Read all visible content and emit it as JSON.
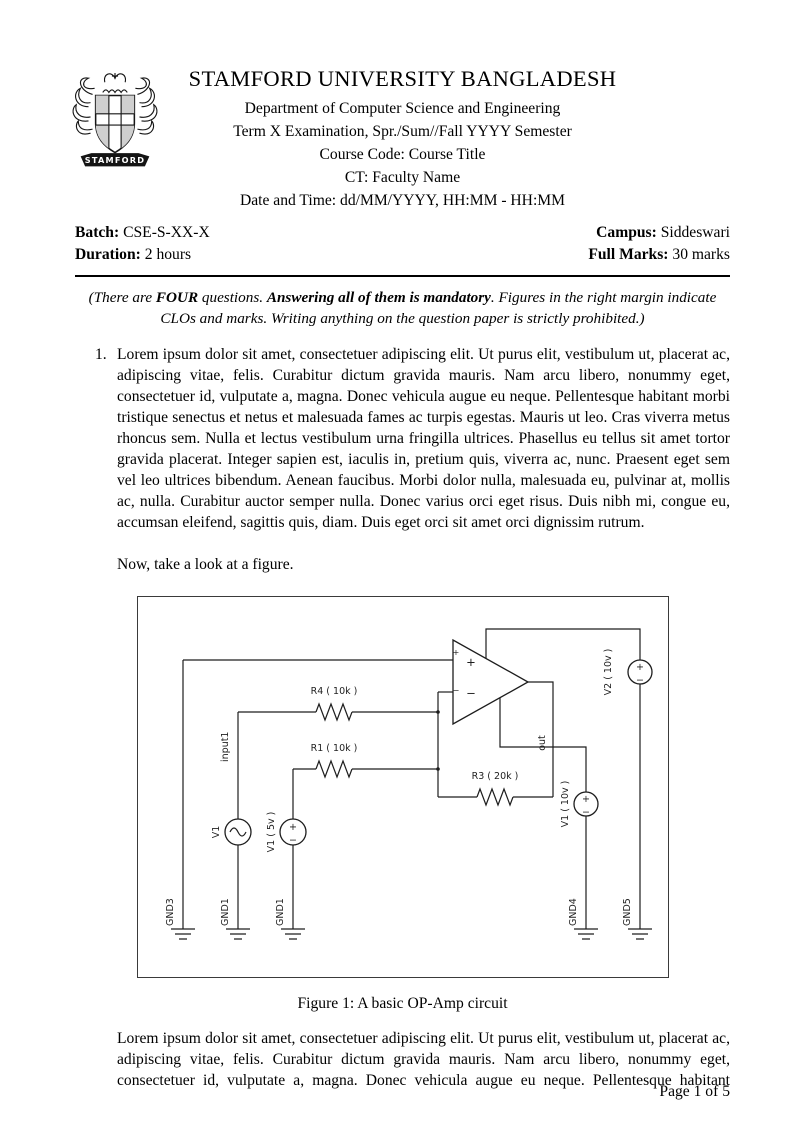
{
  "header": {
    "university": "STAMFORD UNIVERSITY BANGLADESH",
    "department": "Department of Computer Science and Engineering",
    "term_line": "Term X Examination, Spr./Sum//Fall YYYY Semester",
    "course_line": "Course Code: Course Title",
    "ct_line": "CT: Faculty Name",
    "datetime_line": "Date and Time: dd/MM/YYYY, HH:MM - HH:MM",
    "logo_banner": "STAMFORD"
  },
  "meta": {
    "batch_label": "Batch:",
    "batch_value": "CSE-S-XX-X",
    "duration_label": "Duration:",
    "duration_value": "2 hours",
    "campus_label": "Campus:",
    "campus_value": "Siddeswari",
    "marks_label": "Full Marks:",
    "marks_value": "30 marks"
  },
  "notice": {
    "p1": "(There are ",
    "p2": "FOUR",
    "p3": " questions. ",
    "p4": "Answering all of them is mandatory",
    "p5": ". Figures in the right margin indicate CLOs and marks. Writing anything on the question paper is strictly prohibited.)"
  },
  "question1": {
    "number": "1.",
    "text": "Lorem ipsum dolor sit amet, consectetuer adipiscing elit. Ut purus elit, vestibulum ut, placerat ac, adipiscing vitae, felis. Curabitur dictum gravida mauris. Nam arcu libero, nonummy eget, consectetuer id, vulputate a, magna. Donec vehicula augue eu neque. Pellentesque habitant morbi tristique senectus et netus et malesuada fames ac turpis egestas. Mauris ut leo. Cras viverra metus rhoncus sem. Nulla et lectus vestibulum urna fringilla ultrices. Phasellus eu tellus sit amet tortor gravida placerat. Integer sapien est, iaculis in, pretium quis, viverra ac, nunc. Praesent eget sem vel leo ultrices bibendum. Aenean faucibus. Morbi dolor nulla, malesuada eu, pulvinar at, mollis ac, nulla. Curabitur auctor semper nulla. Donec varius orci eget risus. Duis nibh mi, congue eu, accumsan eleifend, sagittis quis, diam. Duis eget orci sit amet orci dignissim rutrum.",
    "figure_intro": "Now, take a look at a figure."
  },
  "figure": {
    "caption": "Figure 1: A basic OP-Amp circuit",
    "labels": {
      "r4": "R4 ( 10k )",
      "r1": "R1 ( 10k )",
      "r3": "R3 ( 20k )",
      "v1": "V1",
      "v1_5v": "V1 ( 5v )",
      "v1_10v": "V1 ( 10v )",
      "v2_10v": "V2 ( 10v )",
      "input1": "input1",
      "out": "out",
      "gnd3": "GND3",
      "gnd1_a": "GND1",
      "gnd1_b": "GND1",
      "gnd4": "GND4",
      "gnd5": "GND5",
      "plus": "+",
      "minus": "−"
    }
  },
  "closing": {
    "text": "Lorem ipsum dolor sit amet, consectetuer adipiscing elit. Ut purus elit, vestibulum ut, placerat ac, adipiscing vitae, felis. Curabitur dictum gravida mauris. Nam arcu libero, nonummy eget, consectetuer id, vulputate a, magna. Donec vehicula augue eu neque. Pellentesque habitant"
  },
  "page": {
    "footer": "Page 1 of 5"
  }
}
